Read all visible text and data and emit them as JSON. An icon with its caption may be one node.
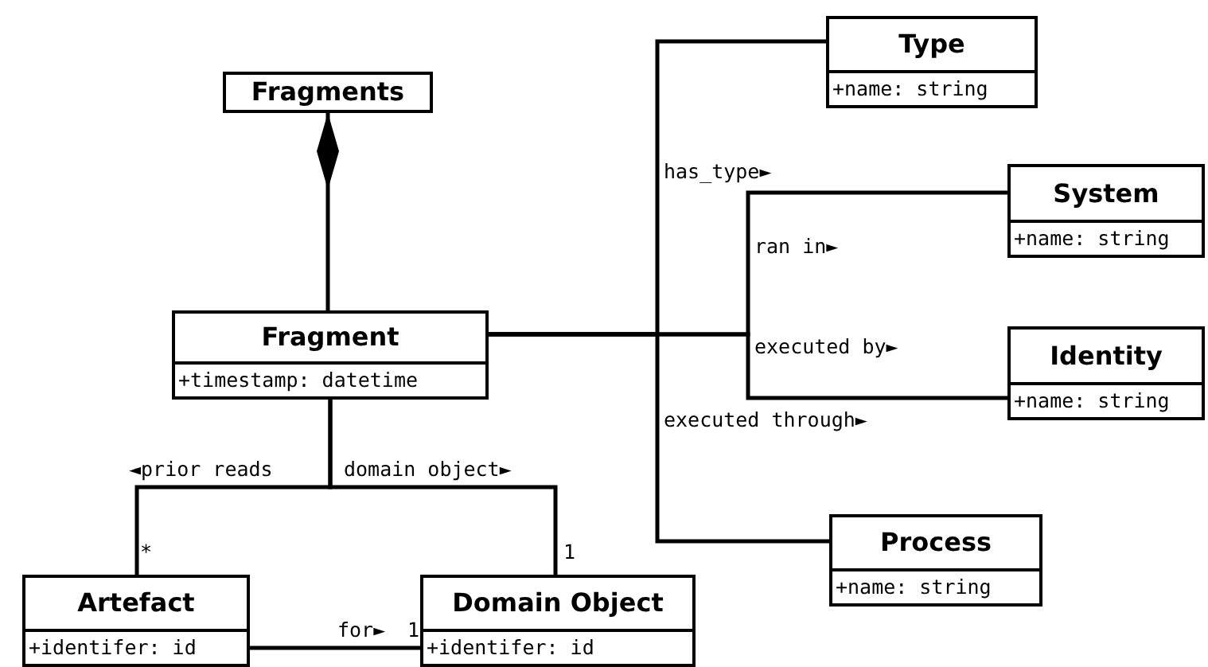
{
  "diagram": {
    "nodes": [
      {
        "text": [
          "Fragments"
        ]
      },
      {
        "text": [
          "Fragment",
          "+timestamp: datetime"
        ]
      },
      {
        "text": [
          "Type",
          "+name: string"
        ]
      },
      {
        "text": [
          "System",
          "+name: string"
        ]
      },
      {
        "text": [
          "Identity",
          "+name: string"
        ]
      },
      {
        "text": [
          "Process",
          "+name: string"
        ]
      },
      {
        "text": [
          "Artefact",
          "+identifer: id"
        ]
      },
      {
        "text": [
          "Domain Object",
          "+identifer: id"
        ]
      }
    ],
    "edges": [
      {
        "from": 0,
        "to": 1,
        "arrow": "other"
      },
      {
        "from": 1,
        "to": 2,
        "arrow": "none",
        "label": "has_type►"
      },
      {
        "from": 1,
        "to": 3,
        "arrow": "none",
        "label": "ran in►"
      },
      {
        "from": 1,
        "to": 4,
        "arrow": "none",
        "label": "executed by►"
      },
      {
        "from": 1,
        "to": 5,
        "arrow": "none",
        "label": "executed through►"
      },
      {
        "from": 1,
        "to": 6,
        "arrow": "none",
        "label": "◄prior reads"
      },
      {
        "from": 1,
        "to": 7,
        "arrow": "none",
        "label": "domain object►"
      },
      {
        "from": 6,
        "to": 7,
        "arrow": "none",
        "label": "for►"
      }
    ],
    "labels": [
      "*",
      "1",
      "1"
    ]
  }
}
